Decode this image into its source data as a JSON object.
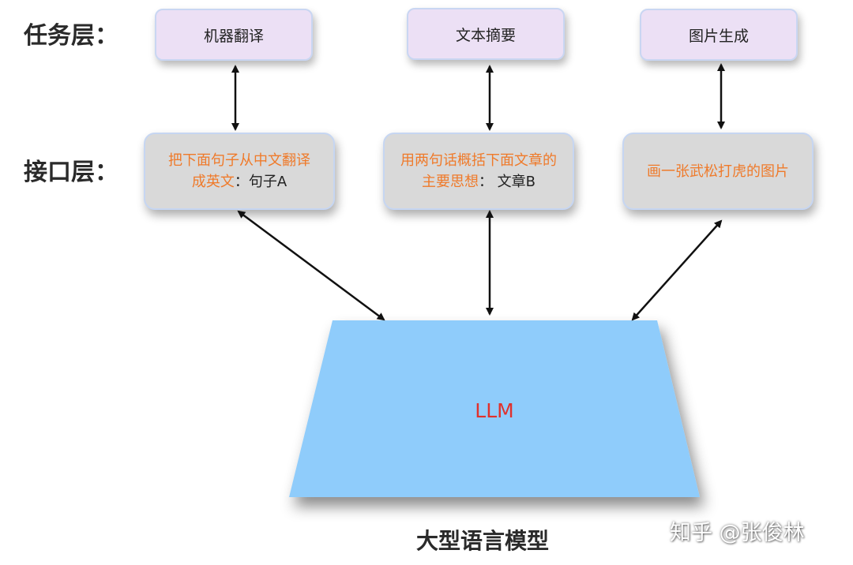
{
  "layer_labels": {
    "task": "任务层：",
    "interface": "接口层："
  },
  "tasks": [
    {
      "label": "机器翻译"
    },
    {
      "label": "文本摘要"
    },
    {
      "label": "图片生成"
    }
  ],
  "interfaces": [
    {
      "line1": "把下面句子从中文翻译",
      "line2_prompt": "成英文",
      "line2_suffix": "：句子A"
    },
    {
      "line1": "用两句话概括下面文章的",
      "line2_prompt": "主要思想",
      "line2_suffix": "： 文章B"
    },
    {
      "line1": "画一张武松打虎的图片",
      "line2_prompt": "",
      "line2_suffix": ""
    }
  ],
  "model": {
    "label": "LLM",
    "title": "大型语言模型"
  },
  "watermark": "知乎 @张俊林",
  "colors": {
    "task_fill": "#ece0f5",
    "interface_fill": "#d9d9d9",
    "interface_text": "#ef7a2a",
    "model_fill": "#8fccfb",
    "model_label": "#e0312d"
  }
}
